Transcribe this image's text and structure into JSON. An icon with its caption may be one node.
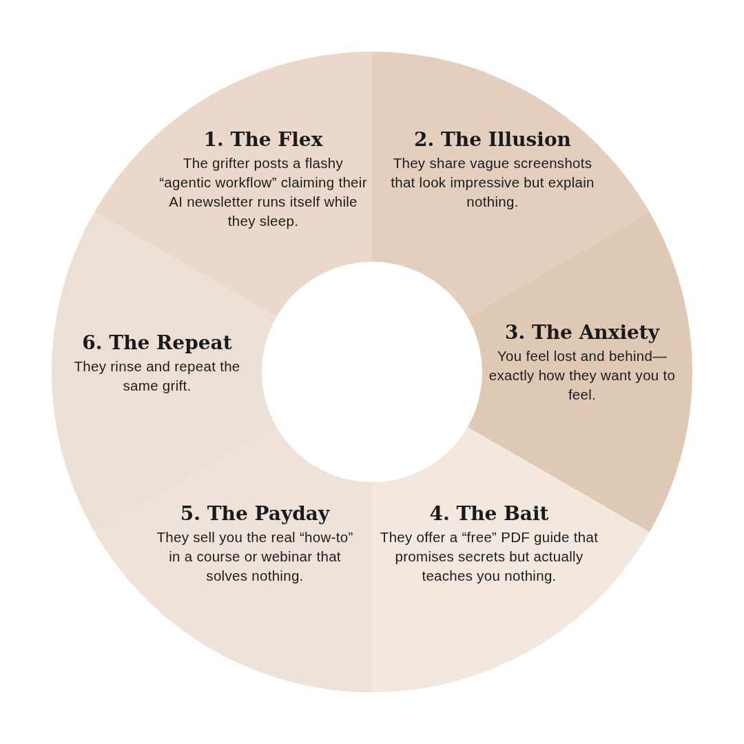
{
  "diagram": {
    "nodes": [
      {
        "text": [
          "1. The Flex",
          "The grifter posts a flashy “agentic workflow” claiming their AI newsletter runs itself while they sleep."
        ]
      },
      {
        "text": [
          "2. The Illusion",
          "They share vague screenshots that look impressive but explain nothing."
        ]
      },
      {
        "text": [
          "3. The Anxiety",
          "You feel lost and behind—exactly how they want you to feel."
        ]
      },
      {
        "text": [
          "4. The Bait",
          "They offer a “free” PDF guide that promises secrets but actually teaches you nothing."
        ]
      },
      {
        "text": [
          "5. The Payday",
          "They sell you the real “how-to” in a course or webinar that solves nothing."
        ]
      },
      {
        "text": [
          "6. The Repeat",
          "They rinse and repeat the same grift."
        ]
      }
    ]
  }
}
